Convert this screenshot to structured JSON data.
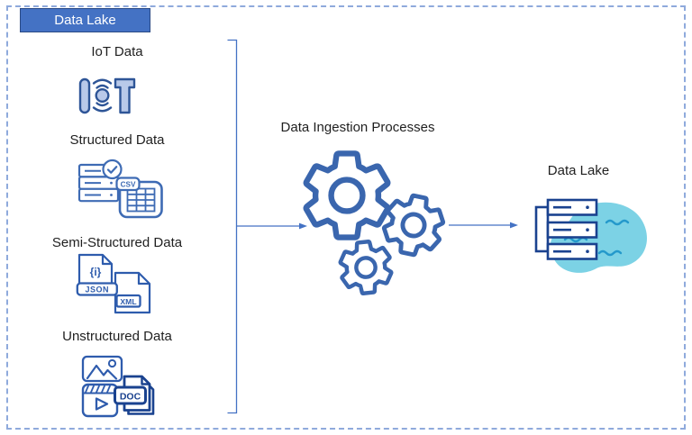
{
  "title_tab": "Data Lake",
  "sources": {
    "iot": {
      "label": "IoT Data",
      "icon": "iot-icon"
    },
    "structured": {
      "label": "Structured Data",
      "csv_badge": "CSV",
      "icons": [
        "database-check-icon",
        "csv-table-icon"
      ]
    },
    "semi_structured": {
      "label": "Semi-Structured Data",
      "braces_glyph": "{i}",
      "json_badge": "JSON",
      "xml_badge": "XML",
      "icons": [
        "json-file-icon",
        "xml-file-icon"
      ]
    },
    "unstructured": {
      "label": "Unstructured Data",
      "doc_badge": "DOC",
      "icons": [
        "image-icon",
        "video-icon",
        "doc-file-icon"
      ]
    }
  },
  "process": {
    "label": "Data Ingestion Processes",
    "icon": "gears-icon"
  },
  "sink": {
    "label": "Data Lake",
    "icons": [
      "server-stack-icon",
      "water-blob-icon"
    ]
  },
  "colors": {
    "tab_fill": "#4472C4",
    "tab_border": "#2A4A85",
    "dashed_border": "#8FAADC",
    "icon_blue": "#3E6BB4",
    "icon_blue_light": "#2E5CAD",
    "navy": "#1A428F",
    "gear_blue": "#3A66AE",
    "iot_fill": "#B9C9E9",
    "iot_stroke": "#2E5597",
    "blob_cyan": "#7CD2E5",
    "wave_cyan": "#2499CB",
    "arrow_blue": "#4472C4",
    "text": "#1F1F1F"
  }
}
